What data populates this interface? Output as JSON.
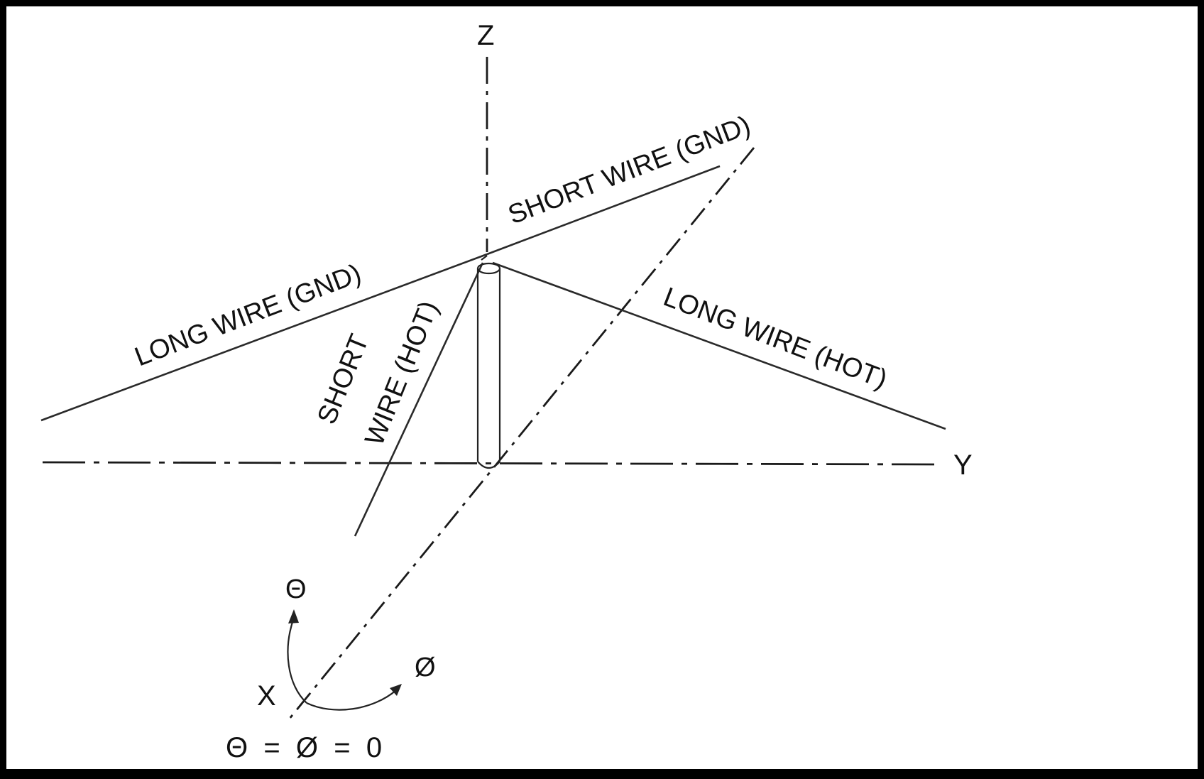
{
  "labels": {
    "z_axis": "Z",
    "y_axis": "Y",
    "x_axis": "X",
    "short_wire_gnd": "SHORT WIRE (GND)",
    "long_wire_gnd": "LONG WIRE (GND)",
    "long_wire_hot": "LONG WIRE (HOT)",
    "short_wire_hot_line1": "SHORT",
    "short_wire_hot_line2": "WIRE (HOT)",
    "theta": "Θ",
    "phi": "Ø",
    "origin_equation": "Θ  =  Ø  =  0"
  },
  "colors": {
    "frame": "#000000",
    "background": "#ffffff",
    "ink": "#111111"
  }
}
